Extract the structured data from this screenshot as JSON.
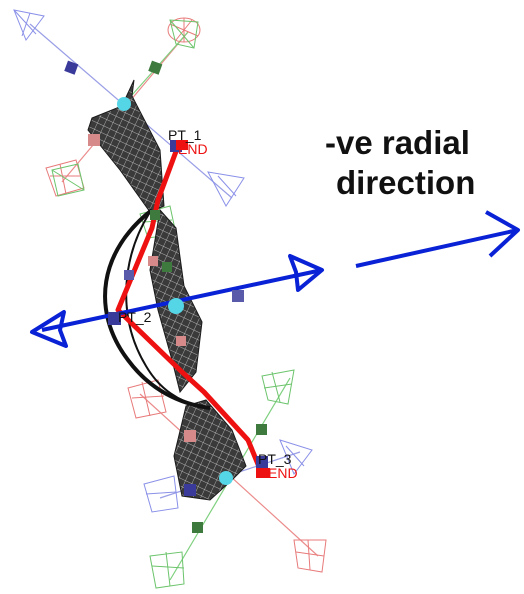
{
  "annotation": {
    "line1": "-ve radial",
    "line2": "direction"
  },
  "point_labels": {
    "pt1": "PT_1",
    "pt1_end": "END",
    "pt2": "PT_2",
    "pt3": "PT_3",
    "pt3_end": "END"
  },
  "colors": {
    "arrow": "#0a22d6",
    "path_red": "#ee1111",
    "curve_black": "#111111",
    "mesh": "#1a1a1a",
    "axis_blue": "#8a90e8",
    "axis_green": "#4caf50",
    "axis_red": "#e87a7a",
    "node_cyan": "#55d6e6",
    "node_navy": "#3a3a9a",
    "node_green": "#3e7a3e"
  }
}
